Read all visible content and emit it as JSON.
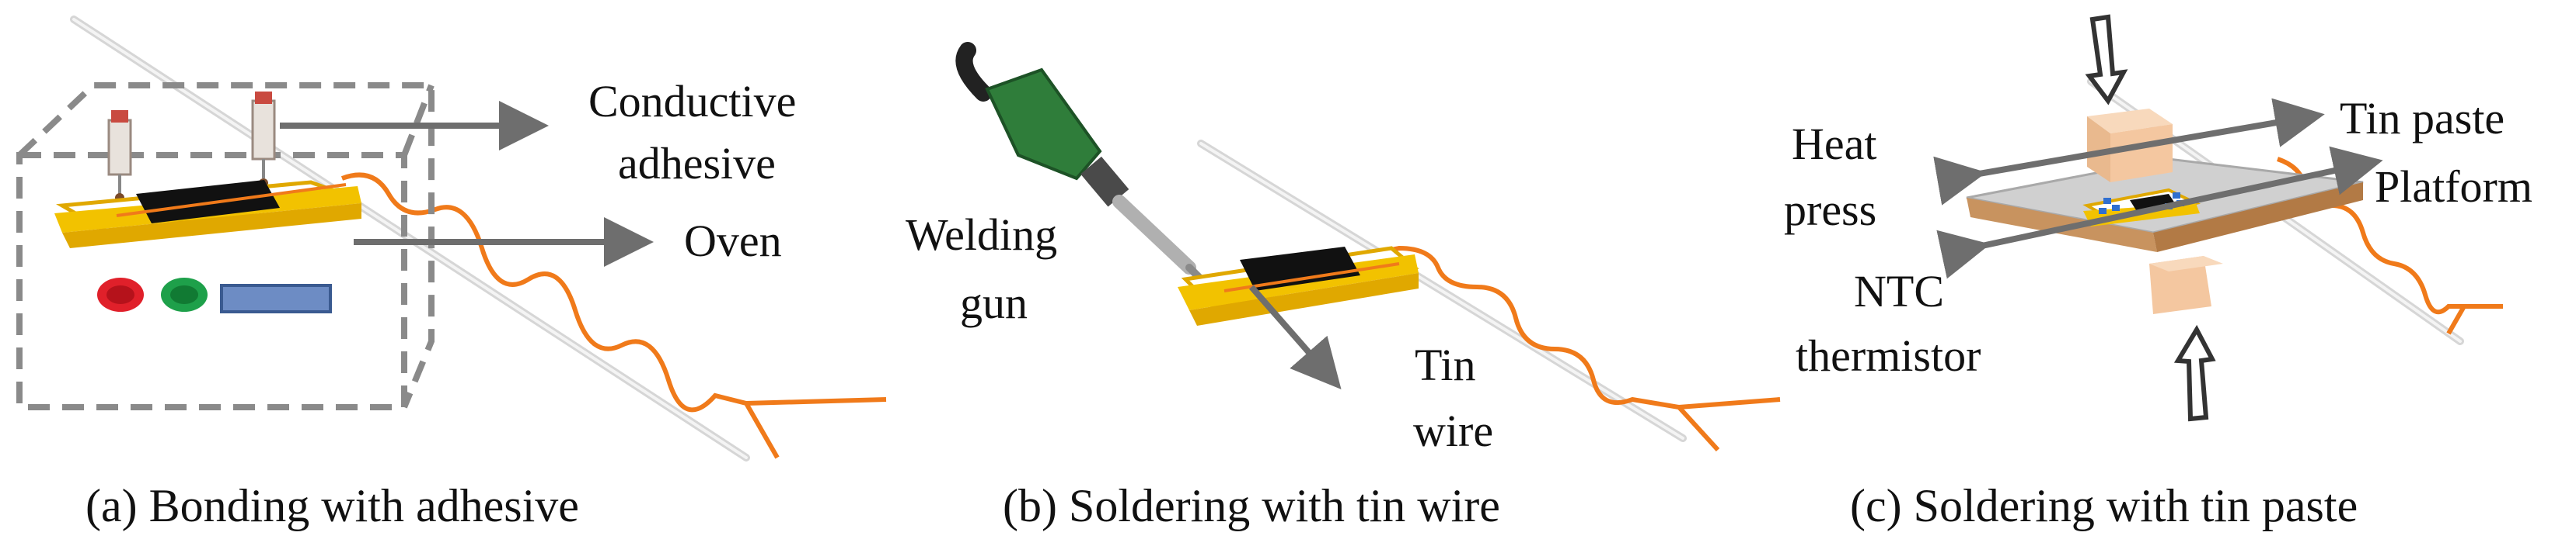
{
  "panels": [
    {
      "caption": "(a) Bonding with adhesive",
      "labels": {
        "conductive": "Conductive",
        "adhesive": "adhesive",
        "oven": "Oven"
      }
    },
    {
      "caption": "(b) Soldering with tin wire",
      "labels": {
        "welding": "Welding",
        "gun": "gun",
        "tin": "Tin",
        "wire": "wire"
      }
    },
    {
      "caption": "(c) Soldering with tin paste",
      "labels": {
        "heat": "Heat",
        "press": "press",
        "ntc": "NTC",
        "thermistor": "thermistor",
        "tin_paste": "Tin paste",
        "platform": "Platform"
      }
    }
  ],
  "colors": {
    "arrow": "#6e6e6e",
    "wire": "#f07a1a",
    "fr4": "#f2c200",
    "cell": "#111111",
    "oven_box": "#8a8a8a",
    "red_button": "#e0202a",
    "green_button": "#1ea04a",
    "blue_panel": "#4a6fa8",
    "gun_green": "#2f7d3a",
    "press_block": "#f4c7a0",
    "platform": "#cfcfcf",
    "platform_edge": "#c8935f",
    "paste_dots": "#2f6fd0"
  }
}
